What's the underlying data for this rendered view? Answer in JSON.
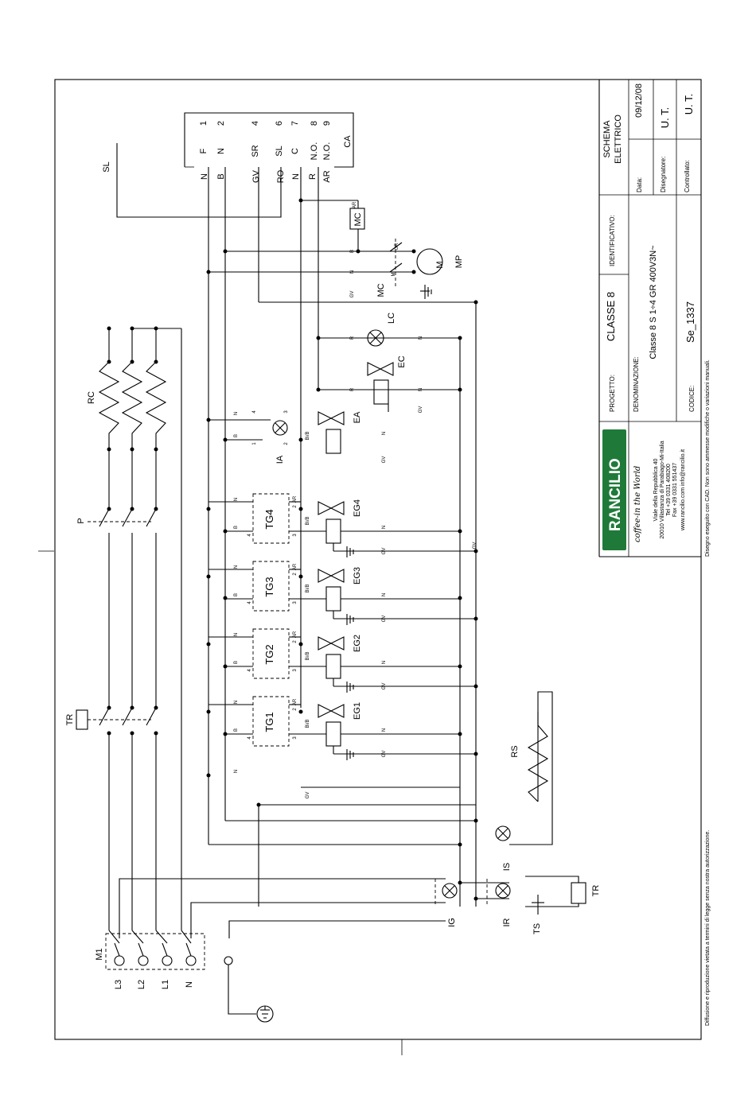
{
  "connector": {
    "terminals": [
      {
        "label": "F",
        "num": "1"
      },
      {
        "label": "N",
        "num": "2"
      },
      {
        "label": "SR",
        "num": "4"
      },
      {
        "label": "SL",
        "num": "6"
      },
      {
        "label": "C",
        "num": "7"
      },
      {
        "label": "N.O.",
        "num": "8"
      },
      {
        "label": "N.O.",
        "num": "9"
      }
    ],
    "ca": "CA",
    "wires": [
      "N",
      "B",
      "GV",
      "RO",
      "N",
      "R",
      "AR"
    ]
  },
  "labels": {
    "sl": "SL",
    "rc": "RC",
    "p": "P",
    "tr": "TR",
    "tr2": "TR",
    "rs": "RS",
    "m1": "M1",
    "l3": "L3",
    "l2": "L2",
    "l1": "L1",
    "n": "N",
    "ig": "IG",
    "ir": "IR",
    "is": "IS",
    "ts": "TS",
    "mc": "MC",
    "mc2": "MC",
    "mp": "MP",
    "motor_m": "M",
    "lc": "LC",
    "ec": "EC",
    "ea": "EA",
    "ia": "IA",
    "tg1": "TG1",
    "tg2": "TG2",
    "tg3": "TG3",
    "tg4": "TG4",
    "eg1": "EG1",
    "eg2": "EG2",
    "eg3": "EG3",
    "eg4": "EG4"
  },
  "small_labels": {
    "n": "N",
    "b": "B",
    "gv": "GV",
    "r": "R",
    "ar": "AR",
    "bvb": "Bi/B",
    "gr": "GR",
    "m": "M",
    "t1": "1",
    "t2": "2",
    "t3": "3",
    "t4": "4"
  },
  "title_block": {
    "schema": "SCHEMA",
    "elettrico": "ELETTRICO",
    "data_label": "Data:",
    "data_value": "09/12/08",
    "disegnatore_label": "Disegnatore:",
    "disegnatore_value": "U. T.",
    "controllato_label": "Controllato:",
    "controllato_value": "U. T.",
    "identificativo_label": "IDENTIFICATIVO:",
    "progetto_label": "PROGETTO:",
    "progetto_value": "CLASSE 8",
    "denominazione_label": "DENOMINAZIONE:",
    "denominazione_value": "Classe 8 S 1÷4 GR 400V3N~",
    "codice_label": "CODICE:",
    "codice_value": "Se_1337",
    "company": "RANCILIO",
    "tagline": "coffee-in the World",
    "address1": "Viale della Repubblica 40",
    "address2": "20010 Villastanza di Parabiago-Mi-Italia",
    "tel": "Tel +39 0331 408200",
    "fax": "Fax +39 0331 551437",
    "web": "www.rancilio.com    info@rancilio.it",
    "note_cad": "Disegno eseguito con CAD. Non sono ammesse modifiche o variazioni manuali.",
    "note_copyright": "Diffusione e riproduzione vietata a termini di legge senza nostra autorizzazione."
  },
  "colors": {
    "logo_green": "#1f7a3a",
    "line": "#000000"
  }
}
